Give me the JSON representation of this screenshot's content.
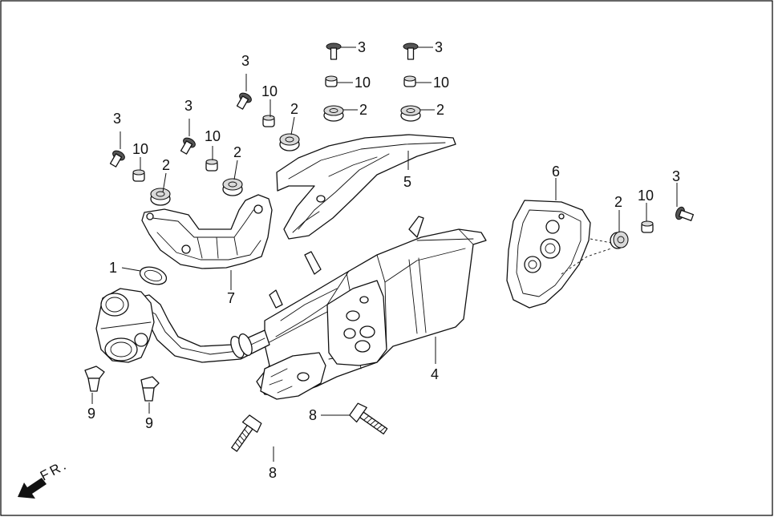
{
  "direction_label": "FR.",
  "callouts": {
    "c1": "1",
    "c2a": "2",
    "c2b": "2",
    "c2c": "2",
    "c2d": "2",
    "c2e": "2",
    "c2f": "2",
    "c3a": "3",
    "c3b": "3",
    "c3c": "3",
    "c3d": "3",
    "c3e": "3",
    "c3f": "3",
    "c4": "4",
    "c5": "5",
    "c6": "6",
    "c7": "7",
    "c8a": "8",
    "c8b": "8",
    "c9a": "9",
    "c9b": "9",
    "c10a": "10",
    "c10b": "10",
    "c10c": "10",
    "c10d": "10",
    "c10e": "10",
    "c10f": "10"
  }
}
